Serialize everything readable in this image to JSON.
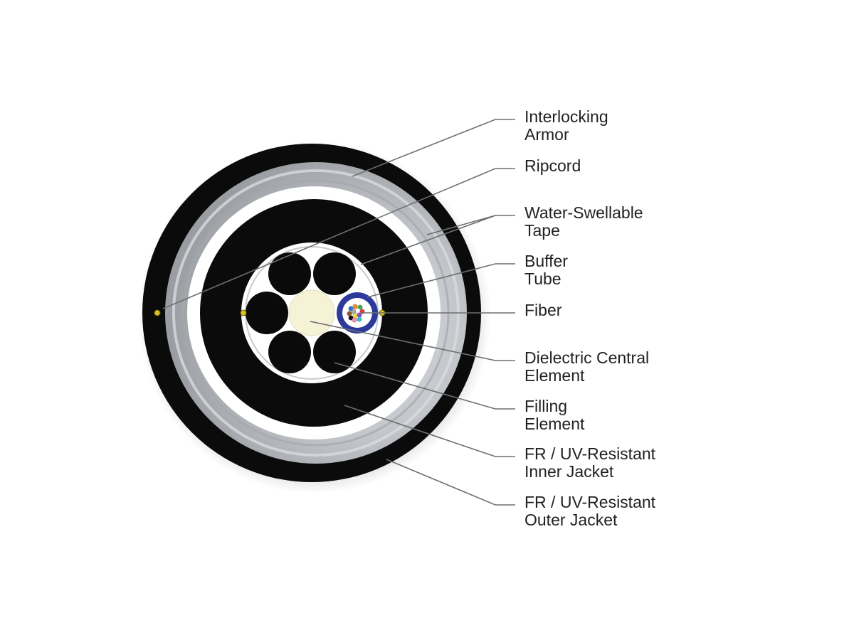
{
  "labels": [
    {
      "line1": "Interlocking",
      "line2": "Armor"
    },
    {
      "line1": "Ripcord",
      "line2": ""
    },
    {
      "line1": "Water-Swellable",
      "line2": "Tape"
    },
    {
      "line1": "Buffer",
      "line2": "Tube"
    },
    {
      "line1": "Fiber",
      "line2": ""
    },
    {
      "line1": "Dielectric Central",
      "line2": "Element"
    },
    {
      "line1": "Filling",
      "line2": "Element"
    },
    {
      "line1": "FR / UV-Resistant",
      "line2": "Inner Jacket"
    },
    {
      "line1": "FR / UV-Resistant",
      "line2": "Outer Jacket"
    }
  ],
  "colors": {
    "outer_jacket": "#0b0b0b",
    "armor": "#b9bcc0",
    "tape": "#ffffff",
    "inner_jacket": "#0b0b0b",
    "filling": "#0a0a0a",
    "central_element": "#f6f2d6",
    "buffer_tube": "#2c3a9c",
    "leader_line": "#6d6e71",
    "label_text": "#231f20"
  },
  "fiber_colors": [
    "#2e6fd0",
    "#f08a24",
    "#3fae49",
    "#8b5a2b",
    "#a7a9ac",
    "#ffffff",
    "#e03a3a",
    "#111111",
    "#f2e33a",
    "#8a4fc8",
    "#f28cb1",
    "#30c5d2"
  ]
}
